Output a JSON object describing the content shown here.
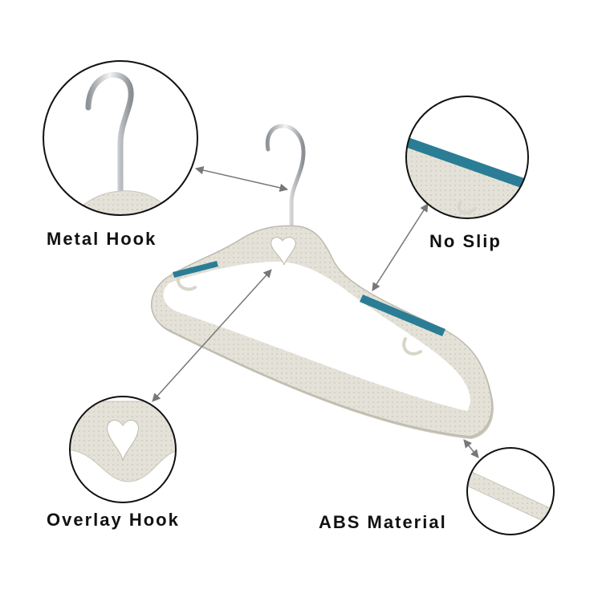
{
  "callouts": {
    "metal_hook": "Metal Hook",
    "no_slip": "No Slip",
    "overlay_hook": "Overlay Hook",
    "abs_material": "ABS Material"
  },
  "colors": {
    "background": "#ffffff",
    "hanger_body": "#e3e1d7",
    "hanger_shadow": "#c8c5b8",
    "grip_strip": "#2a7d95",
    "chrome_hook": "#b9bcc0",
    "circle_outline": "#111111",
    "leader_arrow": "#777777"
  }
}
